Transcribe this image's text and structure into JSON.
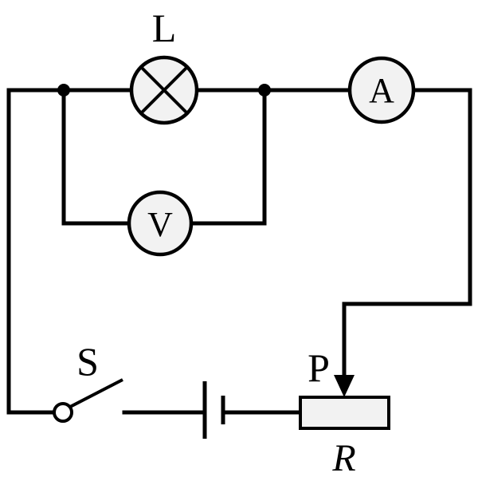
{
  "components": {
    "lamp": {
      "label": "L"
    },
    "ammeter": {
      "label": "A"
    },
    "voltmeter": {
      "label": "V"
    },
    "switch": {
      "label": "S"
    },
    "slider": {
      "label": "P"
    },
    "rheostat": {
      "label": "R"
    }
  },
  "colors": {
    "wire": "#000000",
    "meter_fill": "#f2f2f2",
    "background": "#ffffff"
  }
}
